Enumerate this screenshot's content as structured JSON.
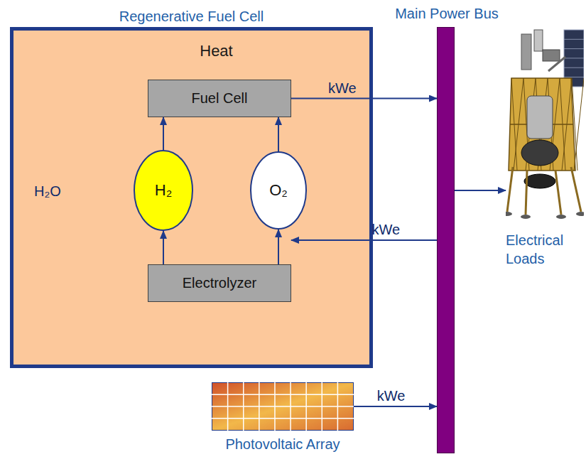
{
  "diagram": {
    "nodes": [
      {
        "text": [
          "Regenerative Fuel Cell",
          "Heat"
        ]
      },
      {
        "text": [
          "Fuel Cell"
        ],
        "in": 0
      },
      {
        "text": [
          "H₂"
        ],
        "in": 0
      },
      {
        "text": [
          "O₂"
        ],
        "in": 0
      },
      {
        "text": [
          "Electrolyzer"
        ],
        "in": 0
      },
      {
        "text": [
          "Main Power Bus"
        ]
      },
      {
        "text": [
          "Electrical Loads"
        ]
      },
      {
        "text": [
          "Photovoltaic Array"
        ]
      }
    ],
    "edges": [
      {
        "from": 1,
        "to": 5,
        "label": "kWe",
        "arrow": "to"
      },
      {
        "from": 5,
        "to": 4,
        "label": "kWe",
        "arrow": "to"
      },
      {
        "from": 7,
        "to": 5,
        "label": "kWe",
        "arrow": "to"
      },
      {
        "from": 5,
        "to": 6,
        "arrow": "to"
      },
      {
        "from": 2,
        "to": 1,
        "arrow": "to"
      },
      {
        "from": 3,
        "to": 1,
        "arrow": "to"
      },
      {
        "from": 4,
        "to": 2,
        "arrow": "to"
      },
      {
        "from": 4,
        "to": 3,
        "arrow": "to"
      }
    ],
    "labels": [
      "H₂O"
    ]
  }
}
